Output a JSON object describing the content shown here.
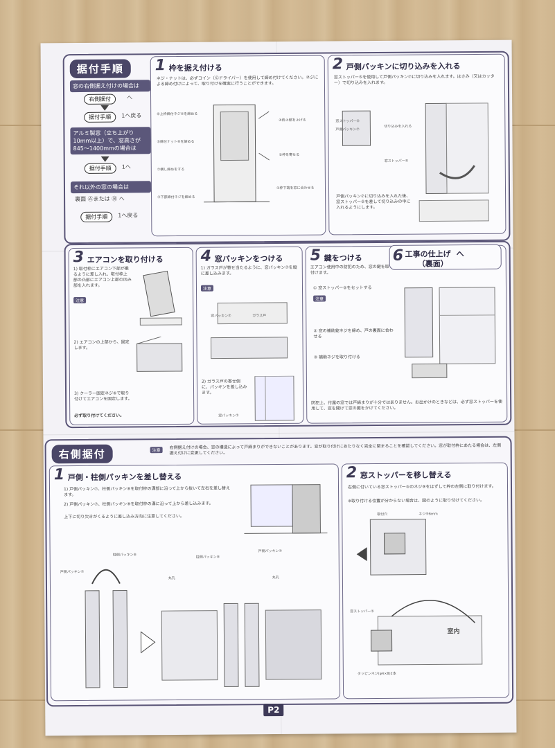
{
  "header": {
    "title": "据付手順"
  },
  "flow": {
    "case1": "窓の右側据え付けの場合は",
    "case1_pill1": "右側据付",
    "case1_pill1_suffix": "へ",
    "case1_pill2": "据付手順",
    "case1_pill2_suffix": "1へ戻る",
    "case2": "アルミ製窓（立ち上がり10mm以上）で、窓高さが845～1400mmの場合は",
    "case2_pill": "据付手順",
    "case2_suffix": "1へ",
    "case3": "それ以外の窓の場合は",
    "case3_line": "裏面 Ⓐまたは Ⓑ へ",
    "case3_pill": "据付手順",
    "case3_suffix": "1へ戻る"
  },
  "steps": {
    "s1": {
      "num": "1",
      "title": "枠を据え付ける",
      "sub": "ネジ・ナットは、必ずコイン（Ⓒドライバー）を使用して締め付けてください。ネジによる締め付けによって、取り付けを確実に行うことができます。",
      "labels": [
        "⑥上枠締付ネジ⑤を締める",
        "⑤締付ナット⑧を締める",
        "⑦横し締めをする",
        "③下部締付ネジを締める",
        "④枠上部を上げる",
        "②枠を寄せる",
        "①枠下端を窓に合わせる"
      ]
    },
    "s2": {
      "num": "2",
      "title": "戸側パッキンに切り込みを入れる",
      "sub": "窓ストッパー⑤を使用して戸側パッキン⑦に切り込みを入れます。はさみ（又はカッター）で切り込みを入れます。",
      "labels": [
        "窓ストッパー⑤",
        "戸側パッキン⑦",
        "切り込みを入れる",
        "窓ストッパー⑤"
      ],
      "note": "戸側パッキン⑦に切り込みを入れた後、窓ストッパー⑤を差して切り込みの中に入れるようにします。"
    },
    "s3": {
      "num": "3",
      "title": "エアコンを取り付ける",
      "t1": "1) 取付枠にエアコン下部が乗るように差し入れ、取付枠上部の凸部にエアコン上部の凹み部を入れます。",
      "note_label": "注意",
      "t2": "2) エアコンの上部から、固定します。",
      "t3": "3) クーラー固定ネジ⑥で取り付けてエアコンを固定します。",
      "footer": "必ず取り付けてください。"
    },
    "s4": {
      "num": "4",
      "title": "窓パッキンをつける",
      "t1": "1) ガラス戸が寄せ当たるように、窓パッキン⑦を縦に差し込みます。",
      "note_label": "注意",
      "t2": "2) ガラス戸の寄せ側に、パッキンを差し込みます。",
      "labels": [
        "窓パッキン⑦",
        "ガラス戸",
        "窓パッキン⑦"
      ]
    },
    "s5": {
      "num": "5",
      "title": "鍵をつける",
      "t1": "エアコン使用中の防犯のため、窓の鍵を取り付けます。",
      "items": [
        "① 窓ストッパー⑤をセットする",
        "② 窓の補助錠ネジを締め、戸の裏面に合わせる",
        "③ 補助ネジを取り付ける"
      ],
      "note_label": "注意",
      "bottom": "防犯上、付属の窓では戸締まりが十分ではありません。お出かけのときなどは、必ず窓ストッパーを使用して、窓を開けて窓の鍵をかけてください。"
    },
    "s6": {
      "num": "6",
      "title": "工事の仕上げ",
      "suffix": "へ",
      "sub": "（裏面）"
    }
  },
  "right_install": {
    "header": "右側据付",
    "note_label": "注意",
    "note": "右側据え付けの場合、窓の構造によって戸締まりができないことがあります。窓が取り付けにあたりなく完全に閉まることを確認してください。窓が取付枠にあたる場合は、左側据え付けに変更してください。",
    "r1": {
      "num": "1",
      "title": "戸側・柱側パッキンを差し替える",
      "t1": "1) 戸側パッキン⑦、柱側パッキン⑧を取付枠の溝部に沿って上から抜いて左右を差し替えます。",
      "t2": "2) 戸側パッキン⑦、柱側パッキン⑧を取付枠の溝に沿って上から差し込みます。",
      "t3": "上下に切り欠きがくるように差し込み方向に注意してください。",
      "labels": [
        "戸側パッキン⑦",
        "柱側パッキン⑧",
        "柱側パッキン⑧",
        "戸側パッキン⑦",
        "丸孔",
        "丸孔"
      ]
    },
    "r2": {
      "num": "2",
      "title": "窓ストッパーを移し替える",
      "t1": "右側に付いている窓ストッパー⑤のネジ⑨をはずして枠の左側に取り付けます。",
      "t2": "※取り付ける位置が分からない場合は、図のように取り付けてください。",
      "labels": [
        "取付穴",
        "ネジ⑨6mm",
        "窓ストッパー⑤",
        "室内",
        "タッピンネジ(φ4×8)2本"
      ]
    }
  },
  "page": {
    "number": "P2"
  }
}
